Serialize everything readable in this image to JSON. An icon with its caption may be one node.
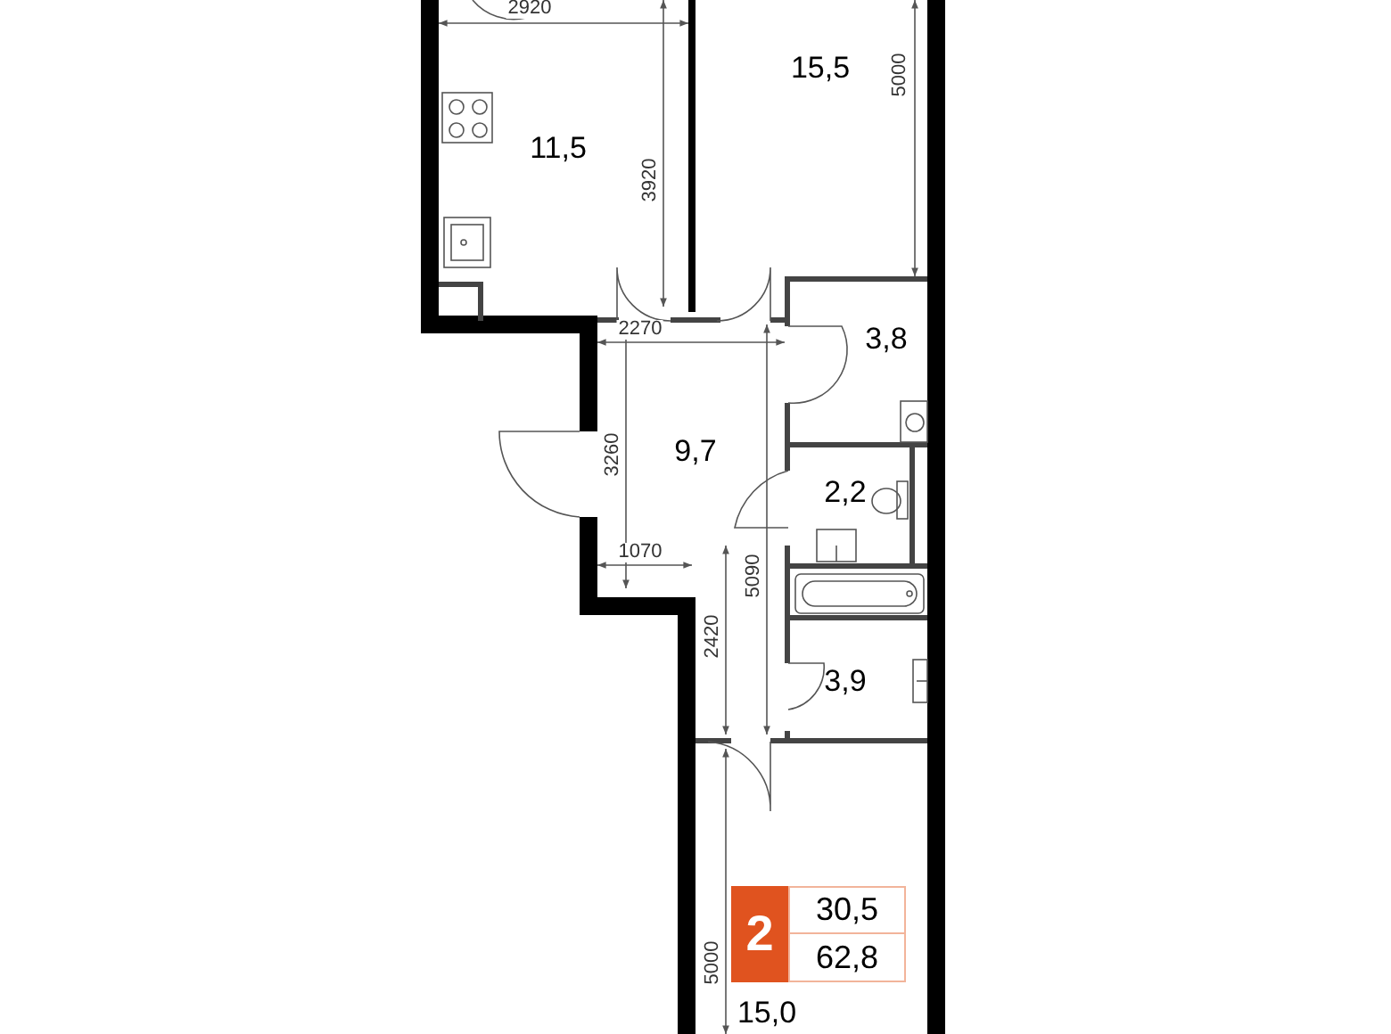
{
  "diagram": {
    "nodes": [
      {
        "text": [
          "11,5"
        ]
      },
      {
        "text": [
          "15,5"
        ]
      },
      {
        "text": [
          "3,8"
        ]
      },
      {
        "text": [
          "9,7"
        ]
      },
      {
        "text": [
          "2,2"
        ]
      },
      {
        "text": [
          "3,9"
        ]
      },
      {
        "text": [
          "15,0"
        ]
      }
    ],
    "labels": [
      "2920",
      "5000",
      "3920",
      "2270",
      "3260",
      "1070",
      "5090",
      "2420",
      "5000",
      "2",
      "30,5",
      "62,8"
    ]
  }
}
